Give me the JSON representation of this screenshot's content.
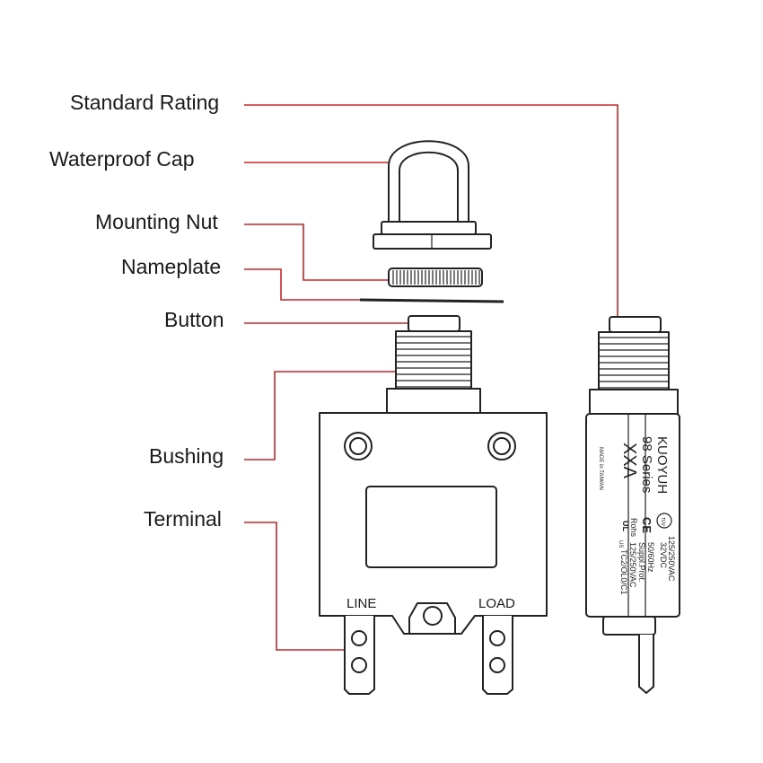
{
  "callouts": {
    "standard_rating": "Standard Rating",
    "waterproof_cap": "Waterproof Cap",
    "mounting_nut": "Mounting Nut",
    "nameplate": "Nameplate",
    "button": "Button",
    "bushing": "Bushing",
    "terminal": "Terminal"
  },
  "terminals": {
    "line": "LINE",
    "load": "LOAD"
  },
  "side_label": {
    "brand": "KUOYUH",
    "series": "98 Series",
    "rating": "XXA",
    "made_in": "MADE in TAIWAN",
    "spec_1": "125/250VAC",
    "spec_2": "32VDC",
    "spec_3": "50/60Hz",
    "spec_4": "Suppl.Prot.",
    "spec_5": "125/250VAC",
    "spec_6": "TC2/OL0/C1",
    "rohs": "Rohs",
    "cert_ce": "CE",
    "cert_tuv": "TÜV",
    "cert_ul": "UL",
    "cert_us": "US"
  },
  "colors": {
    "leader_line": "#c62828",
    "drawing_line": "#222222",
    "background": "#ffffff"
  }
}
